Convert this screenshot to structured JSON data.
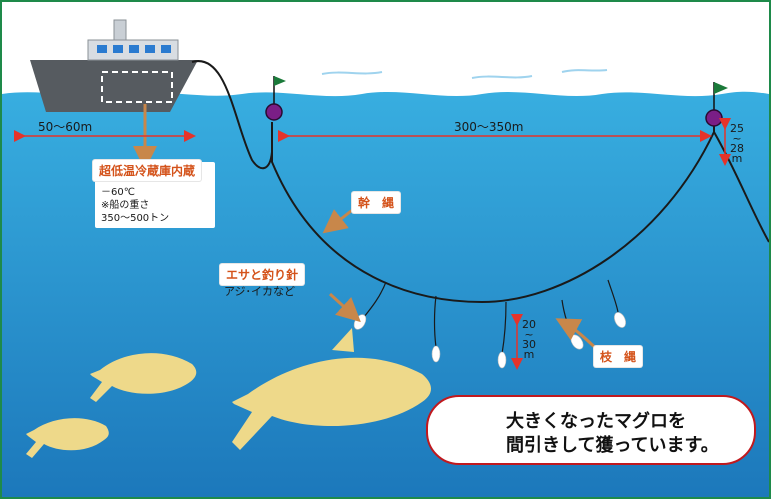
{
  "labels": {
    "dist_boat": "50～60m",
    "dist_buoys": "300～350m",
    "depth_buoy": [
      "25",
      "~",
      "28",
      "m"
    ],
    "depth_hook": [
      "20",
      "~",
      "30",
      "m"
    ],
    "storage_title": "超低温冷蔵庫内蔵",
    "storage_lines": [
      "－60℃",
      "※船の重さ",
      "350～500トン"
    ],
    "main_line": "幹　縄",
    "bait_title": "エサと釣り針",
    "bait_sub": "アジ･イカなど",
    "branch_line": "枝　縄"
  },
  "message": {
    "line1": "大きくなったマグロを",
    "line2": "間引きして獲っています。"
  },
  "colors": {
    "frame": "#1e8a4a",
    "sea": "#2aa0d6",
    "sea_deep": "#1e7fc0",
    "sky": "#ffffff",
    "measure_arrow": "#e5332a",
    "label_orange": "#d4531b",
    "pointer_arrow": "#c8874a",
    "tuna": "#eed98a",
    "buoy": "#7a1e86",
    "flag": "#1b7a3a",
    "boat_hull": "#555a5f",
    "message_border": "#c0191e"
  },
  "icons": {
    "pointing_hand": "pointing-hand-icon"
  }
}
